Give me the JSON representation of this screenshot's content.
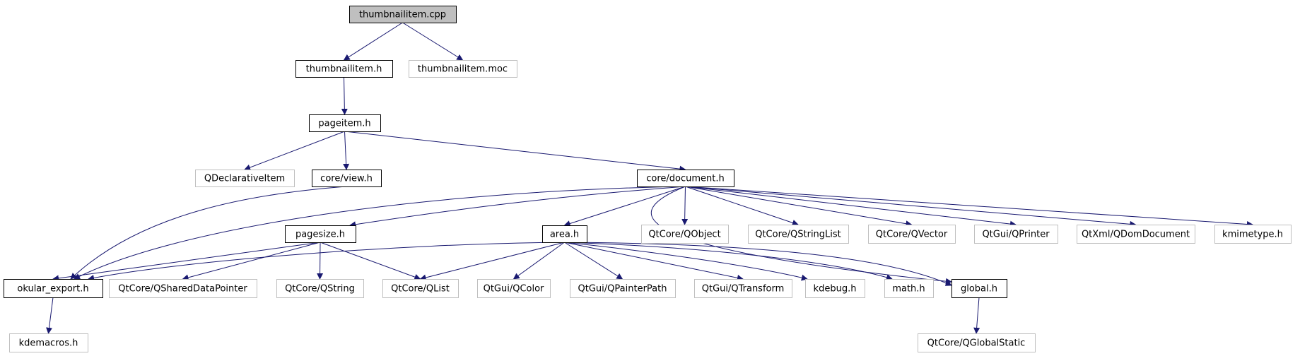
{
  "graph": {
    "nodes": [
      {
        "id": "thumbnailitem-cpp",
        "label": "thumbnailitem.cpp",
        "kind": "root"
      },
      {
        "id": "thumbnailitem-h",
        "label": "thumbnailitem.h",
        "kind": "documented"
      },
      {
        "id": "thumbnailitem-moc",
        "label": "thumbnailitem.moc",
        "kind": "external"
      },
      {
        "id": "pageitem-h",
        "label": "pageitem.h",
        "kind": "documented"
      },
      {
        "id": "qdeclarativeitem",
        "label": "QDeclarativeItem",
        "kind": "external"
      },
      {
        "id": "core-view-h",
        "label": "core/view.h",
        "kind": "documented"
      },
      {
        "id": "core-document-h",
        "label": "core/document.h",
        "kind": "documented"
      },
      {
        "id": "pagesize-h",
        "label": "pagesize.h",
        "kind": "documented"
      },
      {
        "id": "area-h",
        "label": "area.h",
        "kind": "documented"
      },
      {
        "id": "qobject",
        "label": "QtCore/QObject",
        "kind": "external"
      },
      {
        "id": "qstringlist",
        "label": "QtCore/QStringList",
        "kind": "external"
      },
      {
        "id": "qvector",
        "label": "QtCore/QVector",
        "kind": "external"
      },
      {
        "id": "qprinter",
        "label": "QtGui/QPrinter",
        "kind": "external"
      },
      {
        "id": "qdomdocument",
        "label": "QtXml/QDomDocument",
        "kind": "external"
      },
      {
        "id": "kmimetype-h",
        "label": "kmimetype.h",
        "kind": "external"
      },
      {
        "id": "okular-export-h",
        "label": "okular_export.h",
        "kind": "documented"
      },
      {
        "id": "qshareddatapointer",
        "label": "QtCore/QSharedDataPointer",
        "kind": "external"
      },
      {
        "id": "qstring",
        "label": "QtCore/QString",
        "kind": "external"
      },
      {
        "id": "qlist",
        "label": "QtCore/QList",
        "kind": "external"
      },
      {
        "id": "qcolor",
        "label": "QtGui/QColor",
        "kind": "external"
      },
      {
        "id": "qpainterpath",
        "label": "QtGui/QPainterPath",
        "kind": "external"
      },
      {
        "id": "qtransform",
        "label": "QtGui/QTransform",
        "kind": "external"
      },
      {
        "id": "kdebug-h",
        "label": "kdebug.h",
        "kind": "external"
      },
      {
        "id": "math-h",
        "label": "math.h",
        "kind": "external"
      },
      {
        "id": "global-h",
        "label": "global.h",
        "kind": "documented"
      },
      {
        "id": "kdemacros-h",
        "label": "kdemacros.h",
        "kind": "external"
      },
      {
        "id": "qglobalstatic",
        "label": "QtCore/QGlobalStatic",
        "kind": "external"
      }
    ],
    "edges": [
      [
        "thumbnailitem-cpp",
        "thumbnailitem-h"
      ],
      [
        "thumbnailitem-cpp",
        "thumbnailitem-moc"
      ],
      [
        "thumbnailitem-h",
        "pageitem-h"
      ],
      [
        "pageitem-h",
        "qdeclarativeitem"
      ],
      [
        "pageitem-h",
        "core-view-h"
      ],
      [
        "pageitem-h",
        "core-document-h"
      ],
      [
        "core-view-h",
        "okular-export-h"
      ],
      [
        "core-document-h",
        "okular-export-h"
      ],
      [
        "core-document-h",
        "pagesize-h"
      ],
      [
        "core-document-h",
        "area-h"
      ],
      [
        "core-document-h",
        "qobject"
      ],
      [
        "core-document-h",
        "qstringlist"
      ],
      [
        "core-document-h",
        "qvector"
      ],
      [
        "core-document-h",
        "qprinter"
      ],
      [
        "core-document-h",
        "qdomdocument"
      ],
      [
        "core-document-h",
        "kmimetype-h"
      ],
      [
        "core-document-h",
        "global-h"
      ],
      [
        "pagesize-h",
        "okular-export-h"
      ],
      [
        "pagesize-h",
        "qshareddatapointer"
      ],
      [
        "pagesize-h",
        "qstring"
      ],
      [
        "pagesize-h",
        "qlist"
      ],
      [
        "area-h",
        "okular-export-h"
      ],
      [
        "area-h",
        "qlist"
      ],
      [
        "area-h",
        "qcolor"
      ],
      [
        "area-h",
        "qpainterpath"
      ],
      [
        "area-h",
        "qtransform"
      ],
      [
        "area-h",
        "kdebug-h"
      ],
      [
        "area-h",
        "math-h"
      ],
      [
        "area-h",
        "global-h"
      ],
      [
        "okular-export-h",
        "kdemacros-h"
      ],
      [
        "global-h",
        "qglobalstatic"
      ]
    ],
    "colors": {
      "edge": "#191970",
      "root_fill": "#bfbfbf",
      "documented_border": "#000000",
      "external_border": "#bfbfbf",
      "text": "#000000"
    }
  }
}
